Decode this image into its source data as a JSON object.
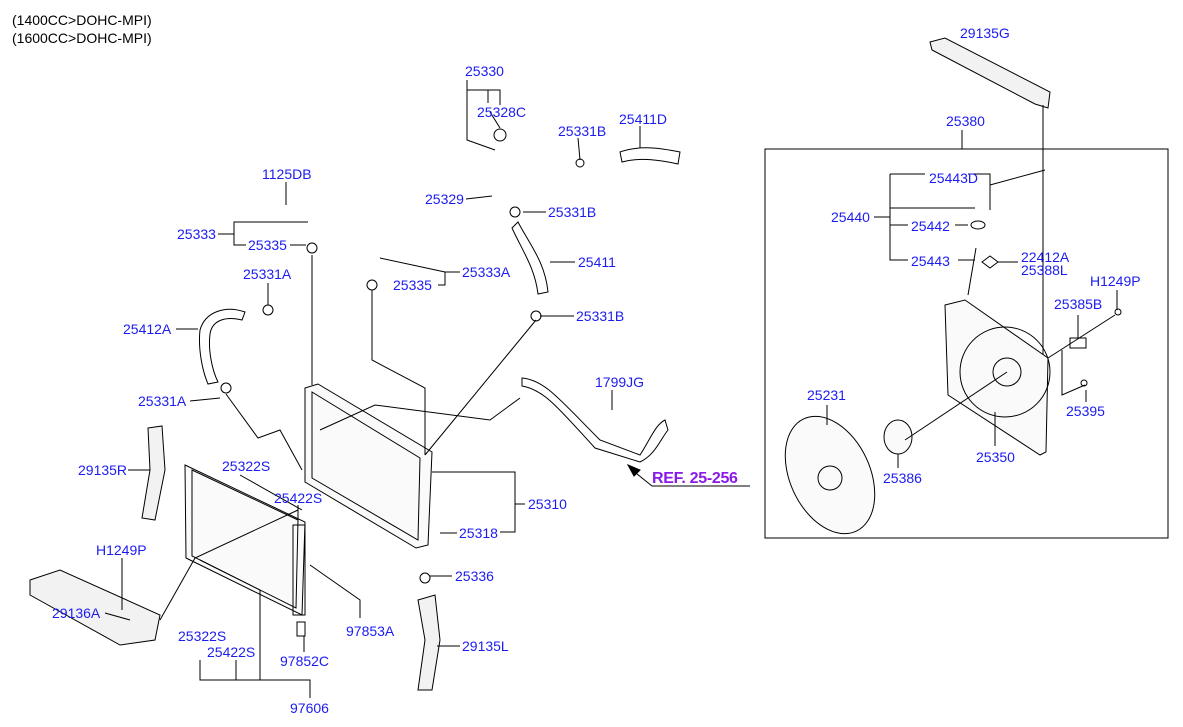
{
  "header": {
    "engine_1": "(1400CC>DOHC-MPI)",
    "engine_2": "(1600CC>DOHC-MPI)"
  },
  "reference": "REF. 25-256",
  "labels": [
    "29135G",
    "25330",
    "25328C",
    "25331B",
    "25411D",
    "25380",
    "1125DB",
    "25329",
    "25331B",
    "25443D",
    "25440",
    "25442",
    "25333",
    "25335",
    "22412A",
    "25388L",
    "25443",
    "25411",
    "25333A",
    "25331A",
    "25335",
    "H1249P",
    "25385B",
    "25412A",
    "25331B",
    "1799JG",
    "25231",
    "25331A",
    "25395",
    "29135R",
    "25322S",
    "25350",
    "25386",
    "25422S",
    "25310",
    "25318",
    "H1249P",
    "25336",
    "29136A",
    "97853A",
    "25322S",
    "29135L",
    "25422S",
    "97852C",
    "97606"
  ],
  "colors": {
    "label": "#1c1cf0",
    "reference": "#8a1ae6",
    "line": "#000000"
  }
}
